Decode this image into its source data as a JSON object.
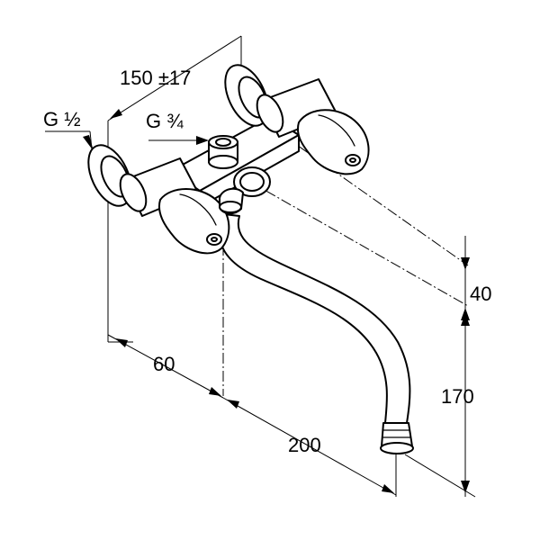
{
  "dimensions": {
    "center_distance": "150 ±17",
    "inlet_thread": "G ½",
    "outlet_thread": "G ¾",
    "wall_offset": "60",
    "spout_reach": "200",
    "height_above": "40",
    "height_below": "170"
  }
}
